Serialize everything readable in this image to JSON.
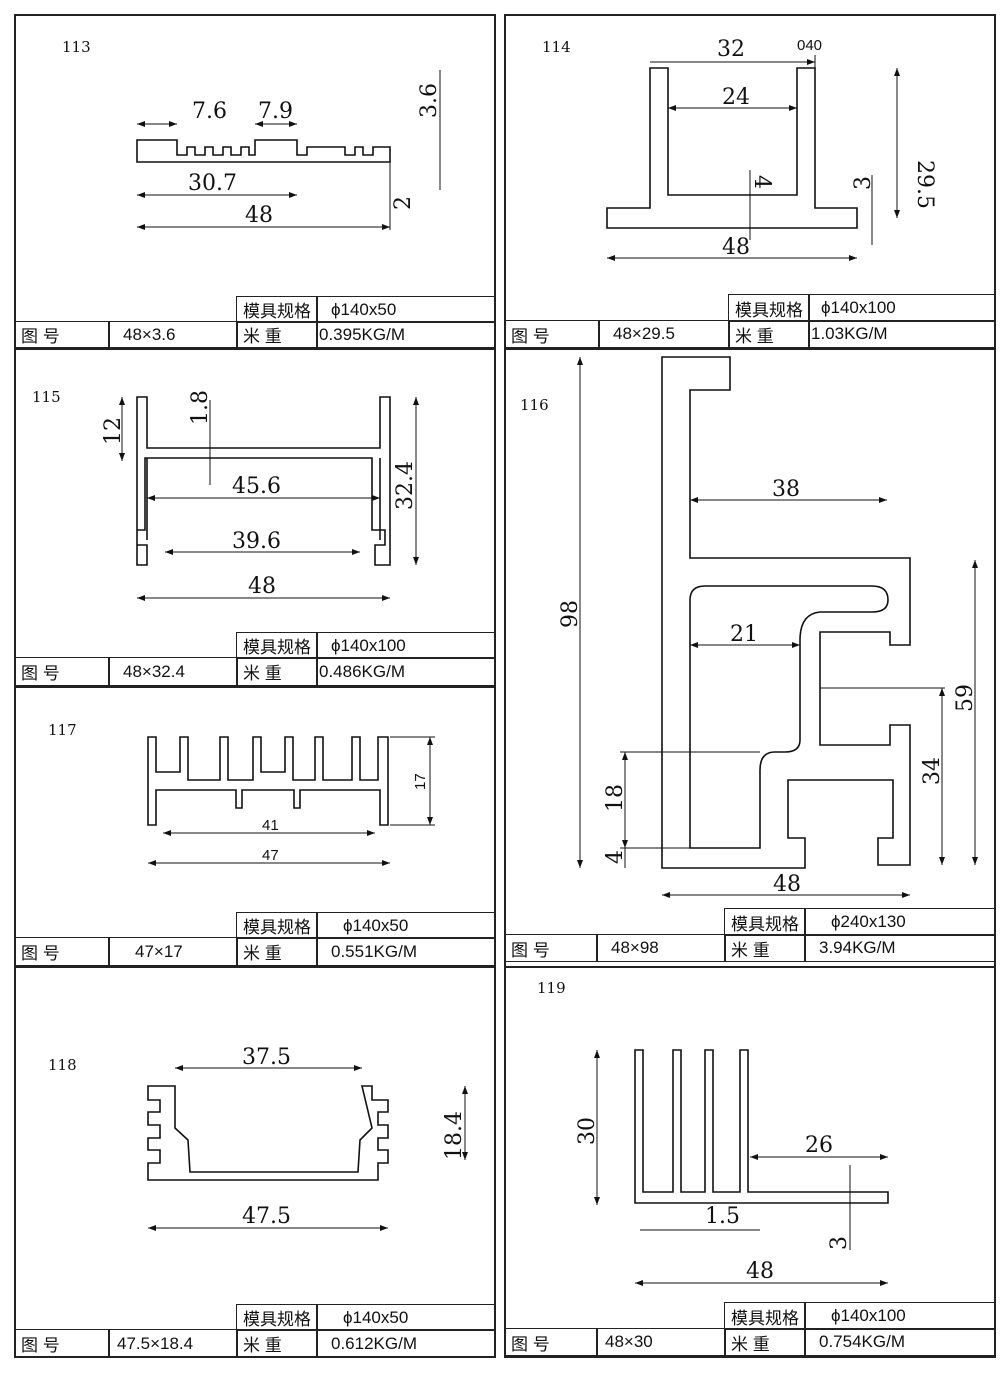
{
  "labels": {
    "die_spec": "模具规格",
    "drawing_no": "图  号",
    "weight": "米  重"
  },
  "items": [
    {
      "no": "113",
      "size": "48×3.6",
      "die": "ϕ140x50",
      "weight": "0.395KG/M",
      "dims": [
        "7.6",
        "7.9",
        "3.6",
        "30.7",
        "48",
        "2"
      ]
    },
    {
      "no": "114",
      "size": "48×29.5",
      "die": "ϕ140x100",
      "weight": "1.03KG/M",
      "dims": [
        "32",
        "040",
        "24",
        "29.5",
        "4",
        "3",
        "48"
      ]
    },
    {
      "no": "115",
      "size": "48×32.4",
      "die": "ϕ140x100",
      "weight": "0.486KG/M",
      "dims": [
        "12",
        "1.8",
        "45.6",
        "32.4",
        "39.6",
        "48"
      ]
    },
    {
      "no": "116",
      "size": "48×98",
      "die": "ϕ240x130",
      "weight": "3.94KG/M",
      "dims": [
        "38",
        "98",
        "21",
        "59",
        "34",
        "18",
        "4",
        "48"
      ]
    },
    {
      "no": "117",
      "size": "47×17",
      "die": "ϕ140x50",
      "weight": "0.551KG/M",
      "dims": [
        "17",
        "41",
        "47"
      ]
    },
    {
      "no": "118",
      "size": "47.5×18.4",
      "die": "ϕ140x50",
      "weight": "0.612KG/M",
      "dims": [
        "37.5",
        "18.4",
        "47.5"
      ]
    },
    {
      "no": "119",
      "size": "48×30",
      "die": "ϕ140x100",
      "weight": "0.754KG/M",
      "dims": [
        "30",
        "26",
        "1.5",
        "3",
        "48"
      ]
    }
  ]
}
